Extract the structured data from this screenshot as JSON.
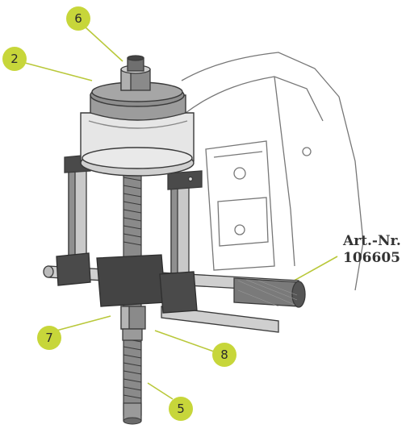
{
  "colors": {
    "callout_fill": "#c7d63a",
    "callout_text": "#2b2b2b",
    "leader_line": "#b9c83a",
    "outline": "#3a3a3a",
    "metal_light": "#d6d6d6",
    "metal_mid": "#a9a9a9",
    "metal_dark": "#555555",
    "block_dark": "#444444"
  },
  "callouts": [
    {
      "id": "6",
      "label": "6"
    },
    {
      "id": "2",
      "label": "2"
    },
    {
      "id": "7",
      "label": "7"
    },
    {
      "id": "8",
      "label": "8"
    },
    {
      "id": "5",
      "label": "5"
    }
  ],
  "article": {
    "line1": "Art.-Nr.",
    "line2": "106605"
  }
}
